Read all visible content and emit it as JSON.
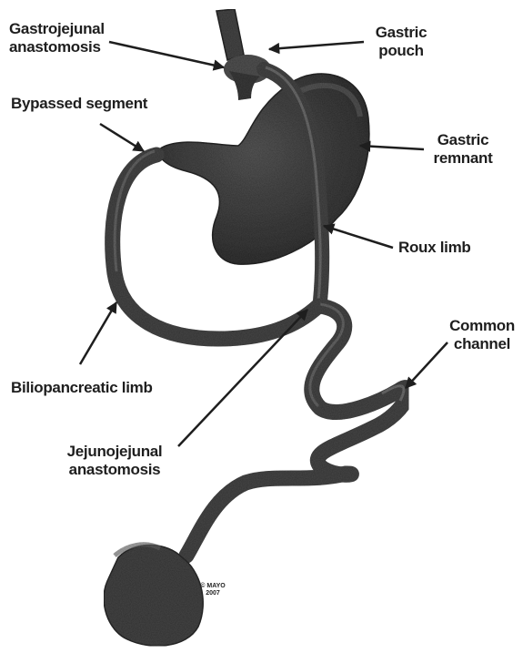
{
  "labels": {
    "gastrojejunal_anastomosis": "Gastrojejunal anastomosis",
    "gastric_pouch": "Gastric pouch",
    "bypassed_segment": "Bypassed segment",
    "gastric_remnant": "Gastric remnant",
    "roux_limb": "Roux limb",
    "common_channel": "Common channel",
    "biliopancreatic_limb": "Biliopancreatic limb",
    "jejunojejunal_anastomosis": "Jejunojejunal anastomosis"
  },
  "label_lines": {
    "gastrojejunal_anastomosis": [
      "Gastrojejunal",
      "anastomosis"
    ],
    "gastric_pouch": [
      "Gastric",
      "pouch"
    ],
    "gastric_remnant": [
      "Gastric",
      "remnant"
    ],
    "common_channel": [
      "Common",
      "channel"
    ],
    "jejunojejunal_anastomosis": [
      "Jejunojejunal",
      "anastomosis"
    ]
  },
  "copyright": {
    "line1": "© MAYO",
    "line2": "2007"
  },
  "colors": {
    "organ_fill": "#4a4a4a",
    "organ_shade": "#333333",
    "organ_highlight": "#8c8c8c",
    "arrow": "#1e1e1e",
    "label_text": "#1e1e1e"
  }
}
